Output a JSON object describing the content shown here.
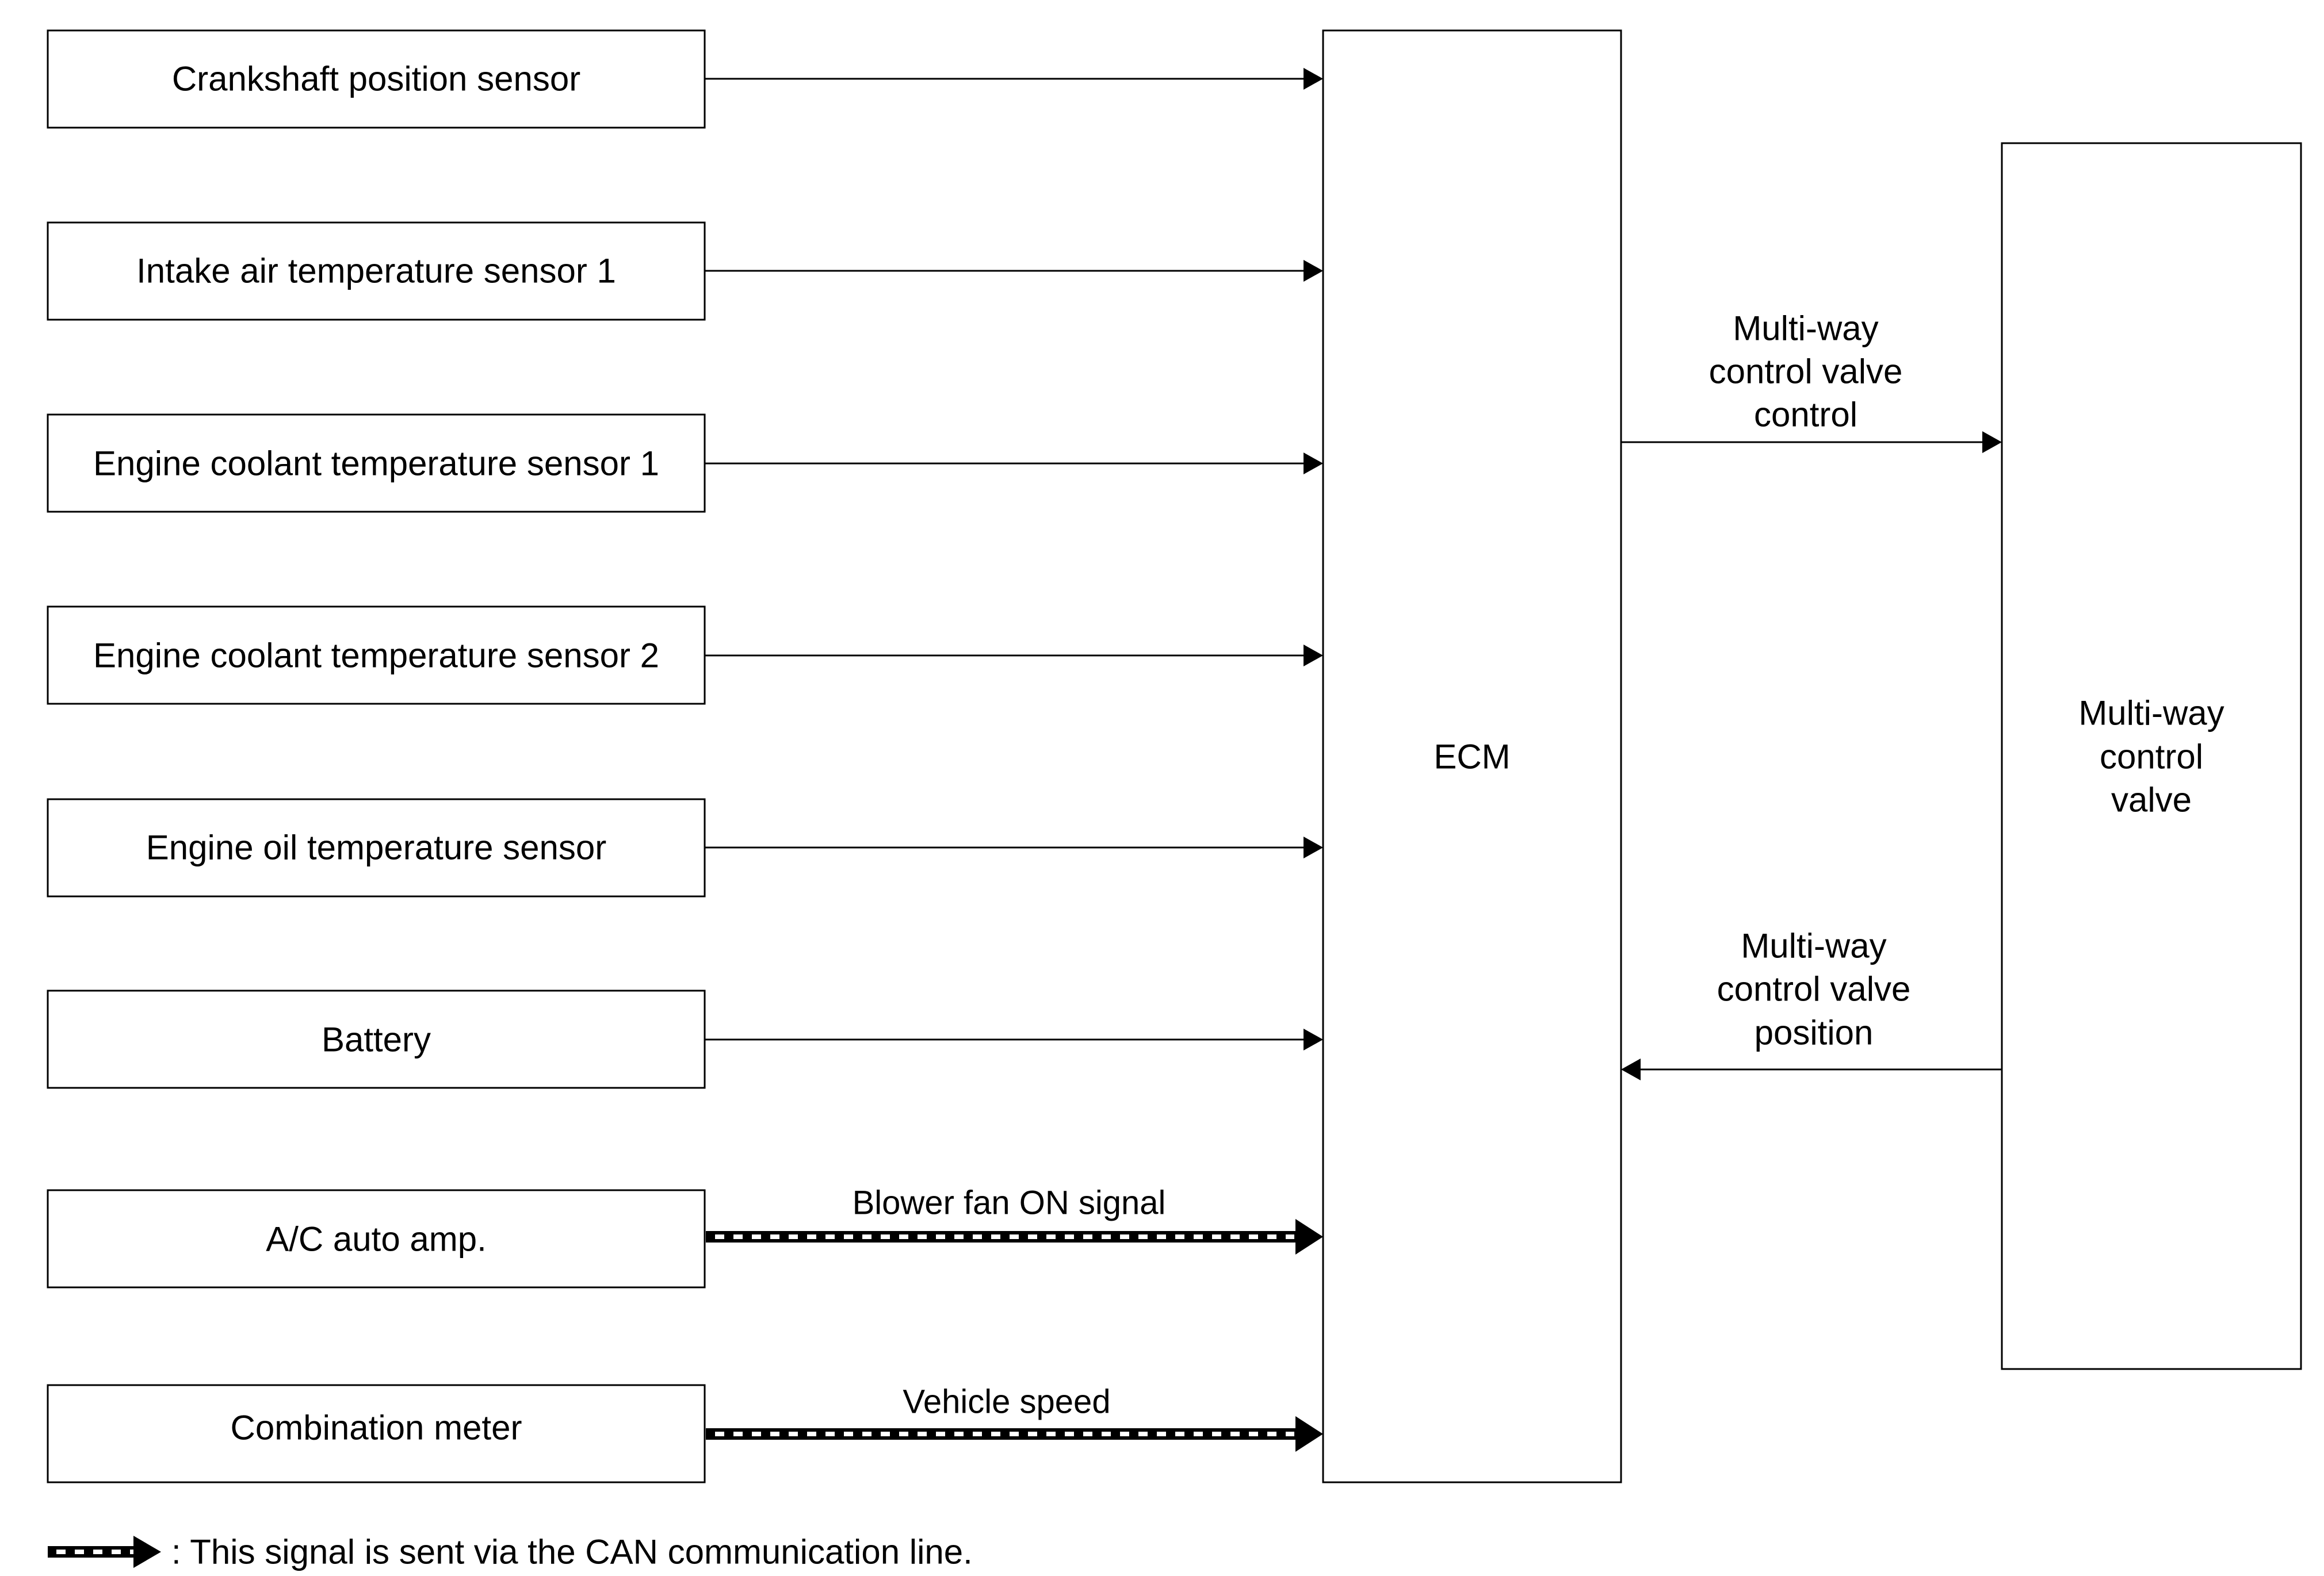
{
  "diagram": {
    "inputs": [
      {
        "label": "Crankshaft position sensor",
        "signal": "",
        "can": false
      },
      {
        "label": "Intake air temperature sensor 1",
        "signal": "",
        "can": false
      },
      {
        "label": "Engine coolant temperature sensor 1",
        "signal": "",
        "can": false
      },
      {
        "label": "Engine coolant temperature sensor 2",
        "signal": "",
        "can": false
      },
      {
        "label": "Engine oil temperature sensor",
        "signal": "",
        "can": false
      },
      {
        "label": "Battery",
        "signal": "",
        "can": false
      },
      {
        "label": "A/C auto amp.",
        "signal": "Blower fan ON signal",
        "can": true
      },
      {
        "label": "Combination meter",
        "signal": "Vehicle speed",
        "can": true
      }
    ],
    "ecm": {
      "label": "ECM"
    },
    "valve": {
      "label_lines": [
        "Multi-way",
        "control",
        "valve"
      ]
    },
    "output_signal": {
      "lines": [
        "Multi-way",
        "control valve",
        "control"
      ]
    },
    "feedback_signal": {
      "lines": [
        "Multi-way",
        "control valve",
        "position"
      ]
    },
    "legend": {
      "text": ": This signal is sent via the CAN communication line."
    }
  },
  "colors": {
    "line": "#000000",
    "background": "#ffffff"
  }
}
